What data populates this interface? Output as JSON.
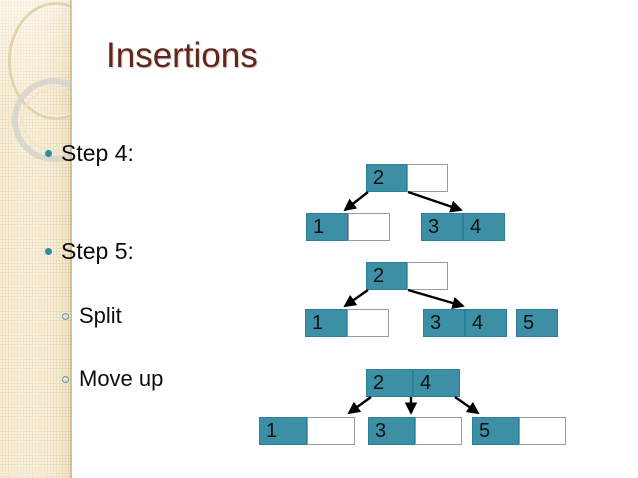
{
  "slide": {
    "title": "Insertions",
    "title_color": "#60271c",
    "background_color": "#ffffff",
    "accent_color": "#3d8fa6",
    "band_color": "#f0e2c0"
  },
  "bullets": [
    {
      "marker": "filled-dot",
      "text": "Step 4:",
      "level": 1
    },
    {
      "marker": "filled-dot",
      "text": "Step 5:",
      "level": 1
    },
    {
      "marker": "hollow-circle",
      "text": "Split",
      "level": 2
    },
    {
      "marker": "hollow-circle",
      "text": "Move up",
      "level": 2
    }
  ],
  "diagrams": [
    {
      "name": "btree-step4",
      "root": {
        "cells": [
          "2",
          ""
        ]
      },
      "children": [
        {
          "cells": [
            "1",
            ""
          ]
        },
        {
          "cells": [
            "3",
            "4"
          ]
        }
      ],
      "detached": []
    },
    {
      "name": "btree-step5-split",
      "root": {
        "cells": [
          "2",
          ""
        ]
      },
      "children": [
        {
          "cells": [
            "1",
            ""
          ]
        },
        {
          "cells": [
            "3",
            "4"
          ]
        }
      ],
      "detached": [
        {
          "cells": [
            "5"
          ]
        }
      ]
    },
    {
      "name": "btree-step5-moveup",
      "root": {
        "cells": [
          "2",
          "4"
        ]
      },
      "children": [
        {
          "cells": [
            "1",
            ""
          ]
        },
        {
          "cells": [
            "3",
            ""
          ]
        },
        {
          "cells": [
            "5",
            ""
          ]
        }
      ],
      "detached": []
    }
  ]
}
